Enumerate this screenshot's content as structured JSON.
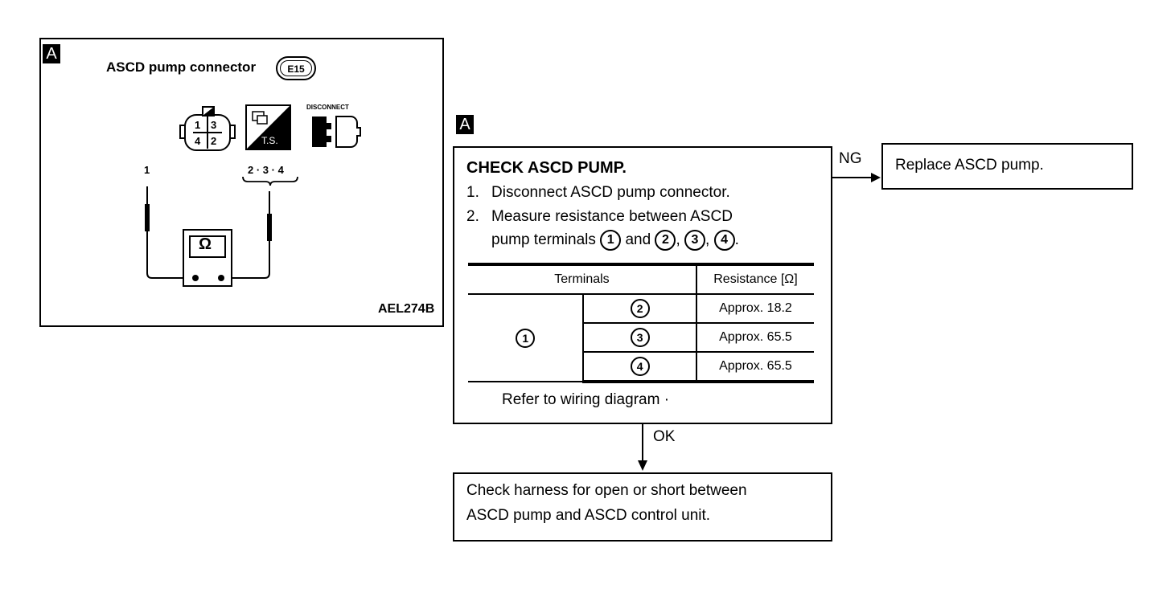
{
  "figure": {
    "tag": "A",
    "connector_label": "ASCD pump connector",
    "connector_id": "E15",
    "pins": [
      "1",
      "3",
      "4",
      "2"
    ],
    "ts_label": "T.S.",
    "disconnect_label": "DISCONNECT",
    "probe_left": "1",
    "probe_right": "2 · 3 · 4",
    "meter_symbol": "Ω",
    "code": "AEL274B"
  },
  "flow": {
    "tag": "A",
    "step_title": "CHECK ASCD PUMP.",
    "steps": [
      {
        "num": "1.",
        "text": "Disconnect ASCD pump connector."
      },
      {
        "num": "2.",
        "text": "Measure resistance between ASCD"
      }
    ],
    "step2_cont": "pump terminals",
    "t1": "1",
    "and": "and",
    "t2": "2",
    "comma1": ",",
    "t3": "3",
    "comma2": ",",
    "t4": "4",
    "period": ".",
    "table": {
      "headers": [
        "Terminals",
        "Resistance [Ω]"
      ],
      "from_terminal": "1",
      "rows": [
        {
          "to": "2",
          "value": "Approx. 18.2"
        },
        {
          "to": "3",
          "value": "Approx. 65.5"
        },
        {
          "to": "4",
          "value": "Approx. 65.5"
        }
      ]
    },
    "refer": "Refer to wiring diagram ·",
    "ng_label": "NG",
    "ng_action": "Replace ASCD pump.",
    "ok_label": "OK",
    "ok_action_lines": [
      "Check harness for open or short between",
      "ASCD pump and ASCD control unit."
    ]
  }
}
